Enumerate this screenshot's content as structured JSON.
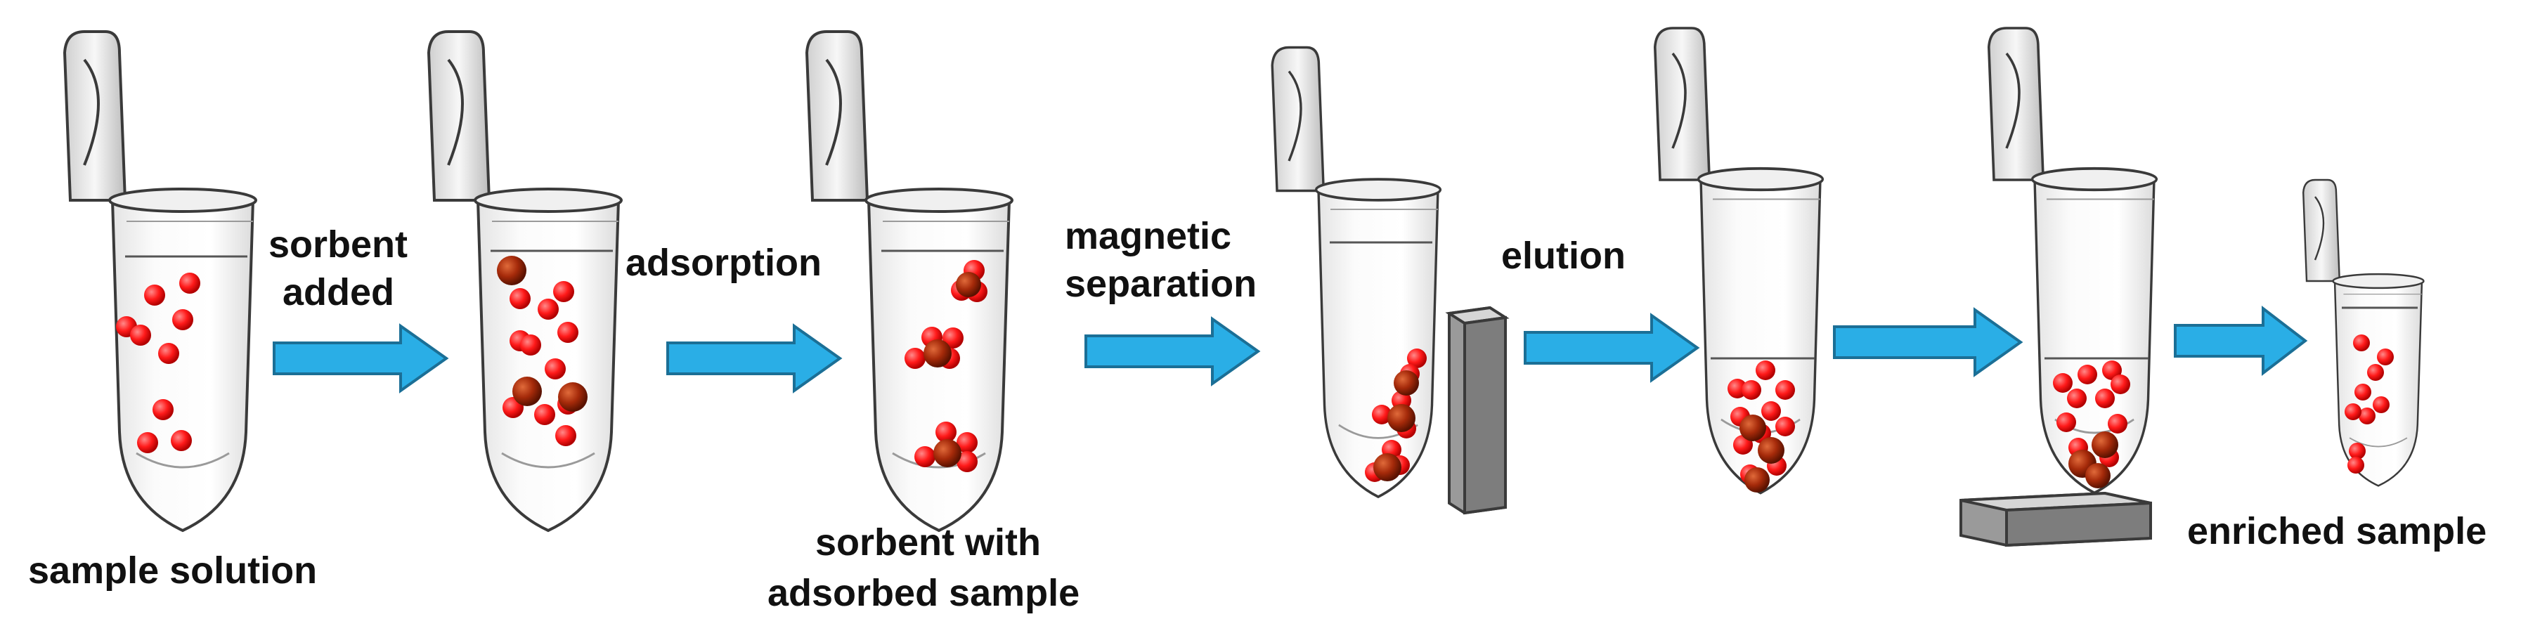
{
  "colors": {
    "background": "#ffffff",
    "arrow_fill": "#2aaee6",
    "arrow_stroke": "#1b6f96",
    "tube_fill": "#f6f6f6",
    "tube_stroke": "#3a3a3a",
    "liquid_line": "#555555",
    "analyte": "#ff1a1a",
    "sorbent": "#a52a0a",
    "magnet": "#a9a9a9",
    "text": "#111111"
  },
  "labels": {
    "sample_solution": "sample solution",
    "sorbent_added_l1": "sorbent",
    "sorbent_added_l2": "added",
    "adsorption": "adsorption",
    "sorbent_with_l1": "sorbent with",
    "sorbent_with_l2": "adsorbed sample",
    "magnetic_l1": "magnetic",
    "magnetic_l2": "separation",
    "elution": "elution",
    "enriched_sample": "enriched sample"
  },
  "icons": [
    "microcentrifuge-tube-icon",
    "magnet-bar-icon",
    "arrow-right-icon",
    "particle-icon"
  ]
}
